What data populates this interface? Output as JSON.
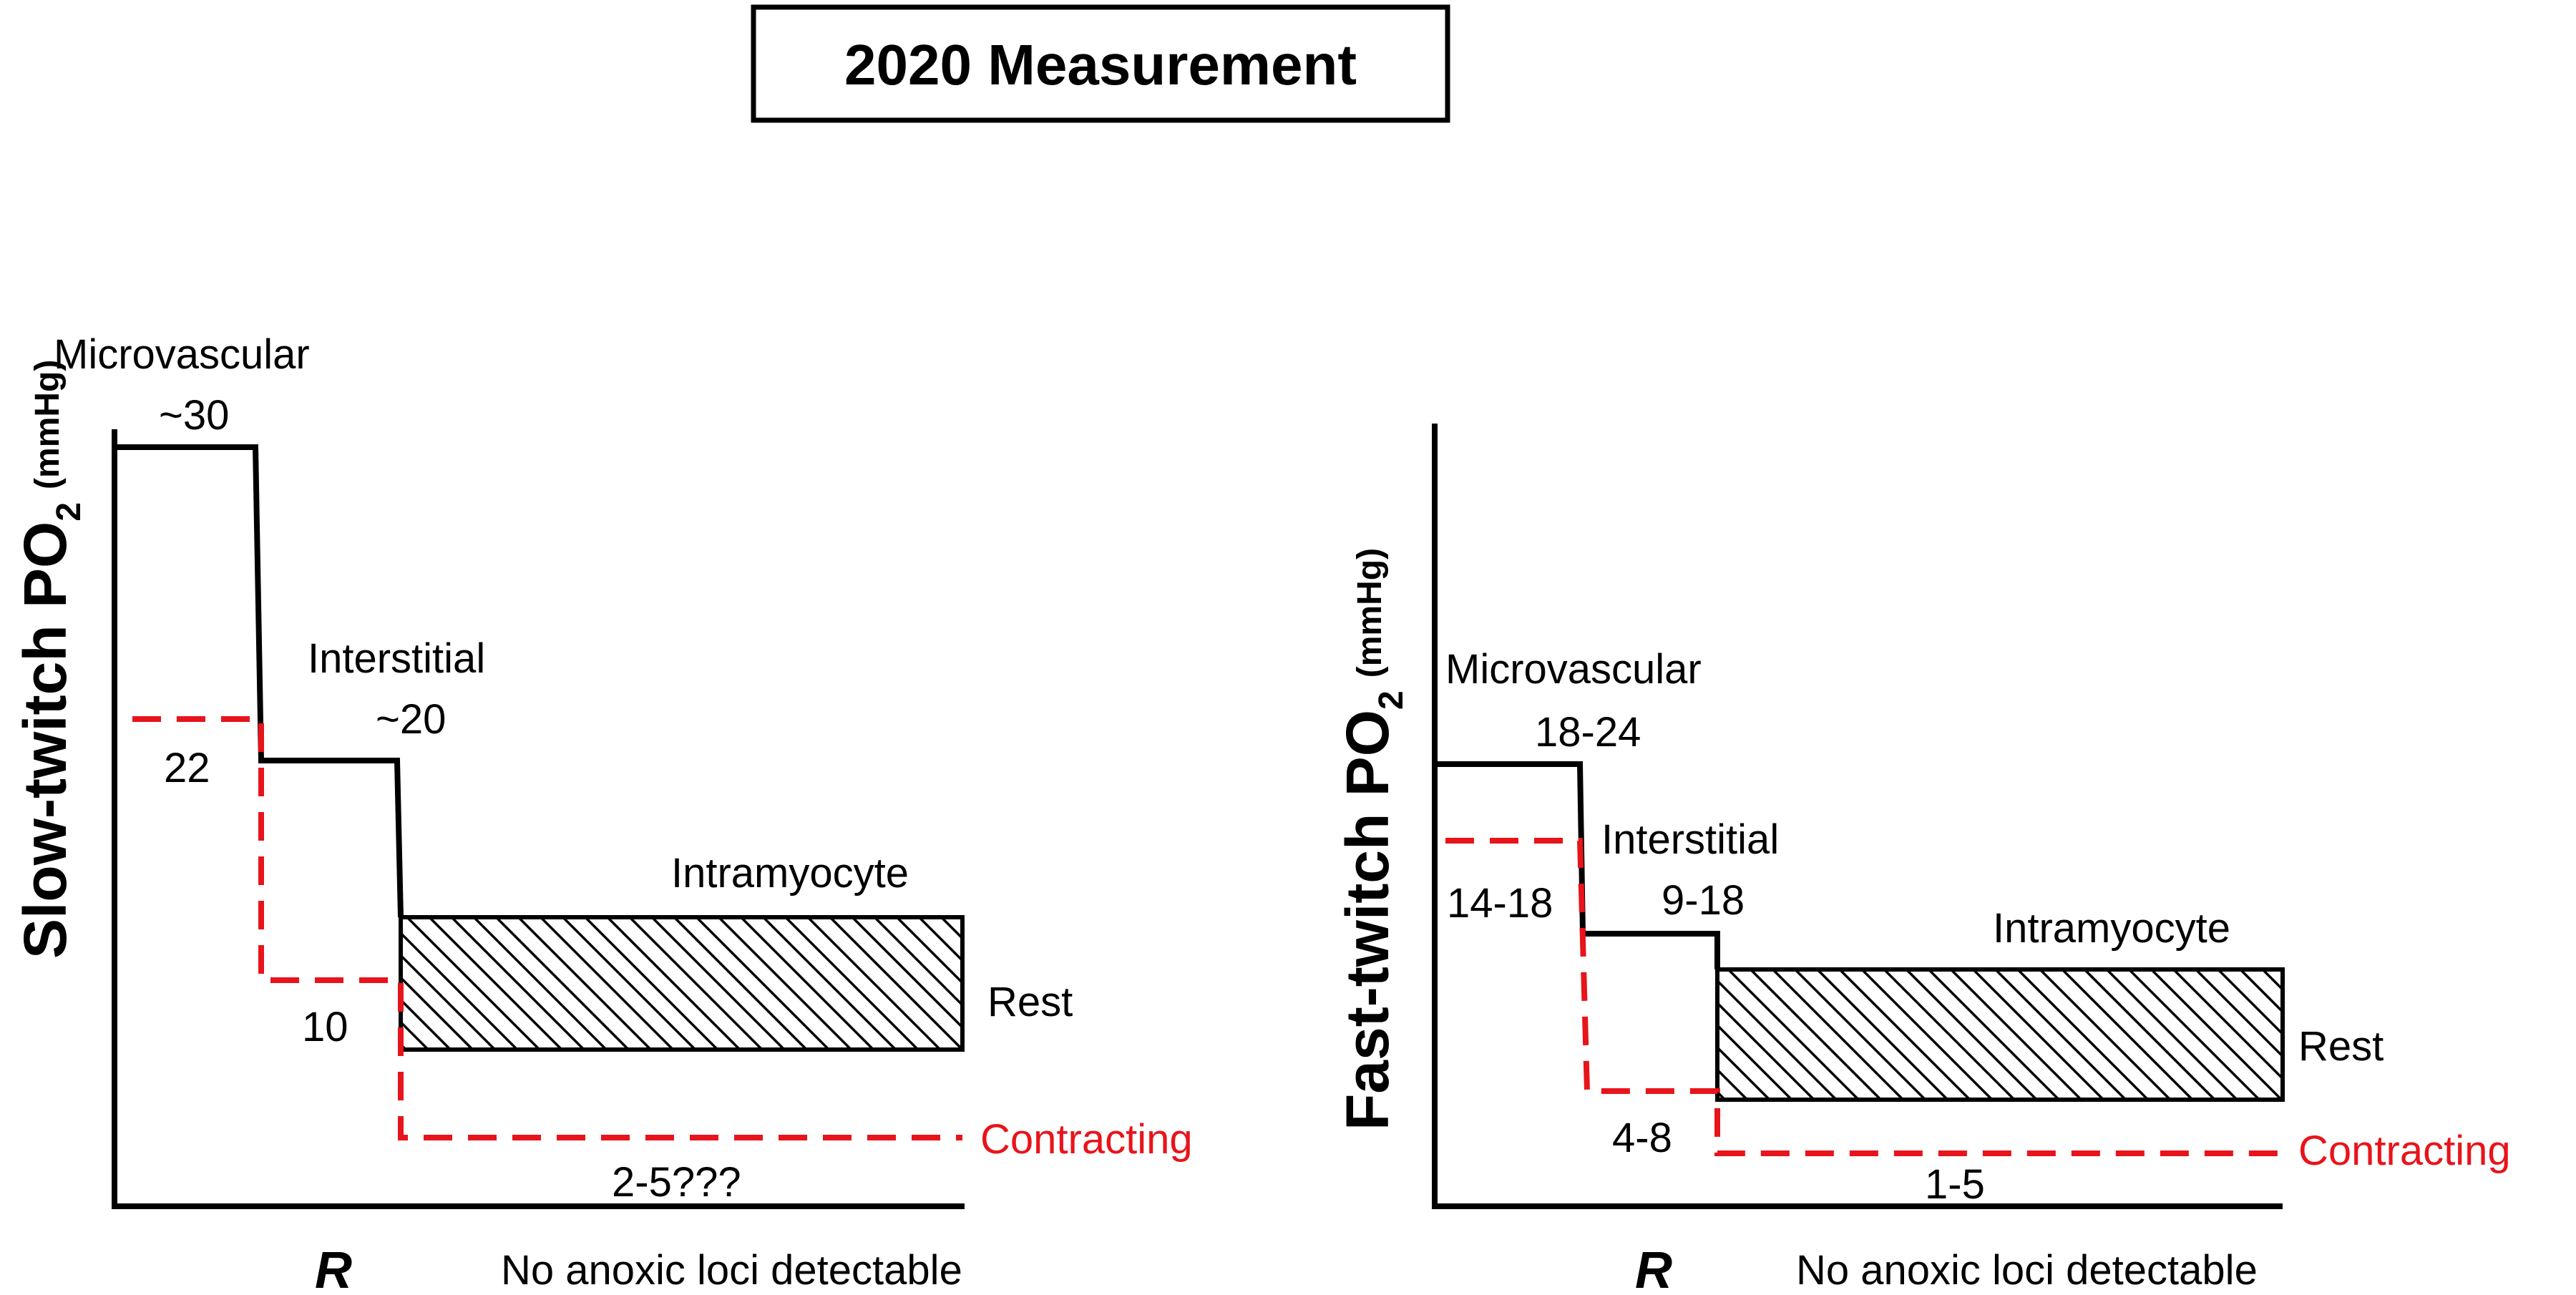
{
  "title": "2020 Measurement",
  "panels": [
    {
      "y_axis_label": "Slow-twitch PO",
      "y_axis_subscript": "2",
      "y_axis_unit": "(mmHg)",
      "x_axis_symbol": "R",
      "note": "No anoxic loci detectable",
      "compartments": {
        "microvascular": {
          "label": "Microvascular",
          "value": "~30",
          "contracting": "22"
        },
        "interstitial": {
          "label": "Interstitial",
          "value": "~20",
          "contracting": "10"
        },
        "intramyocyte": {
          "label": "Intramyocyte",
          "contracting": "2-5???"
        }
      },
      "legend": {
        "rest": "Rest",
        "contracting": "Contracting"
      }
    },
    {
      "y_axis_label": "Fast-twitch PO",
      "y_axis_subscript": "2",
      "y_axis_unit": "(mmHg)",
      "x_axis_symbol": "R",
      "note": "No anoxic loci detectable",
      "compartments": {
        "microvascular": {
          "label": "Microvascular",
          "value": "18-24",
          "contracting": "14-18"
        },
        "interstitial": {
          "label": "Interstitial",
          "value": "9-18",
          "contracting": "4-8"
        },
        "intramyocyte": {
          "label": "Intramyocyte",
          "contracting": "1-5"
        }
      },
      "legend": {
        "rest": "Rest",
        "contracting": "Contracting"
      }
    }
  ],
  "colors": {
    "rest_line": "#000000",
    "contracting_line": "#e8141b",
    "hatch": "#000000"
  }
}
